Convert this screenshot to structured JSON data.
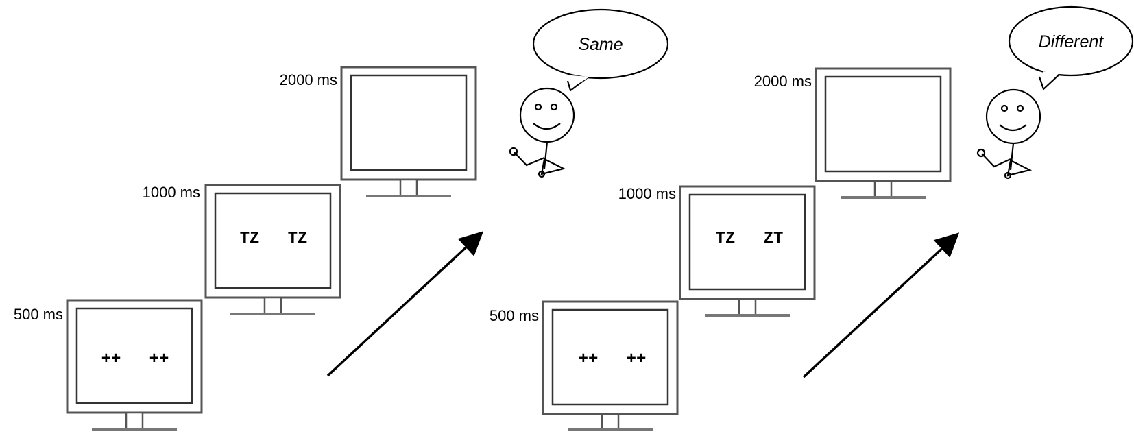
{
  "panels": [
    {
      "id": "same",
      "monitors": [
        {
          "time_label": "500 ms",
          "stimulus": [
            "++",
            "++"
          ]
        },
        {
          "time_label": "1000 ms",
          "stimulus": [
            "TZ",
            "TZ"
          ]
        },
        {
          "time_label": "2000 ms",
          "stimulus": [
            "",
            ""
          ]
        }
      ],
      "response": "Same"
    },
    {
      "id": "different",
      "monitors": [
        {
          "time_label": "500 ms",
          "stimulus": [
            "++",
            "++"
          ]
        },
        {
          "time_label": "1000 ms",
          "stimulus": [
            "TZ",
            "ZT"
          ]
        },
        {
          "time_label": "2000 ms",
          "stimulus": [
            "",
            ""
          ]
        }
      ],
      "response": "Different"
    }
  ]
}
